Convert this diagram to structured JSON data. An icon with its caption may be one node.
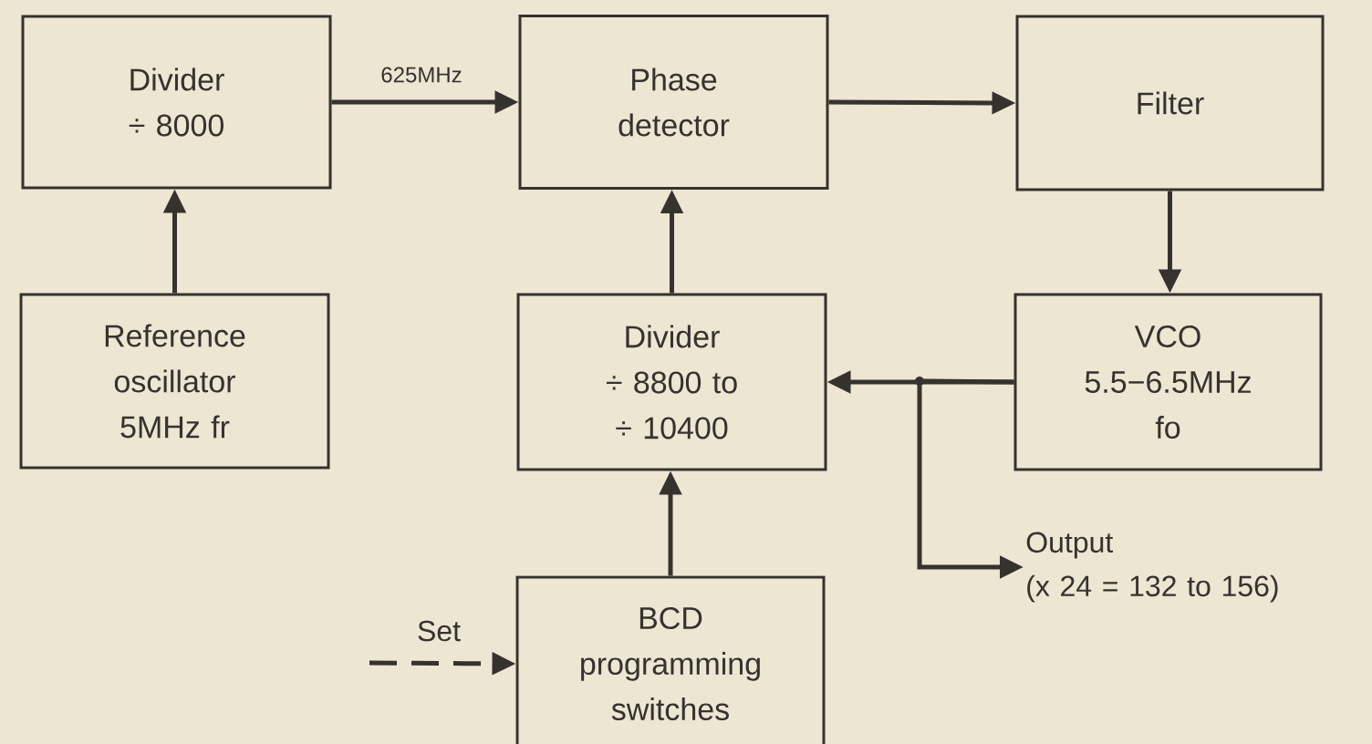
{
  "diagram": {
    "nodes": [
      {
        "text": [
          "Divider",
          "÷ 8000"
        ]
      },
      {
        "text": [
          "Phase detector"
        ]
      },
      {
        "text": [
          "Filter"
        ]
      },
      {
        "text": [
          "Reference oscillator 5MHz fr"
        ]
      },
      {
        "text": [
          "Divider",
          "÷ 8800 to ÷ 10400"
        ]
      },
      {
        "text": [
          "VCO 5.5−6.5MHz fo"
        ]
      },
      {
        "text": [
          "BCD programming switches"
        ]
      },
      {
        "text": [
          "Output",
          "(x 24 = 132 to 156)"
        ]
      }
    ],
    "edges": [
      {
        "from": 0,
        "to": 1,
        "arrow": "to",
        "label": "625MHz"
      },
      {
        "from": 1,
        "to": 2,
        "arrow": "to"
      },
      {
        "from": 2,
        "to": 5,
        "arrow": "to"
      },
      {
        "from": 3,
        "to": 0,
        "arrow": "to"
      },
      {
        "from": 5,
        "to": 4,
        "arrow": "to"
      },
      {
        "from": 5,
        "to": 7,
        "arrow": "to"
      },
      {
        "from": 4,
        "to": 1,
        "arrow": "to"
      },
      {
        "from": 6,
        "to": 4,
        "arrow": "to"
      },
      {
        "from": null,
        "to": 6,
        "arrow": "to",
        "label": "Set",
        "style": "dashed"
      }
    ]
  }
}
